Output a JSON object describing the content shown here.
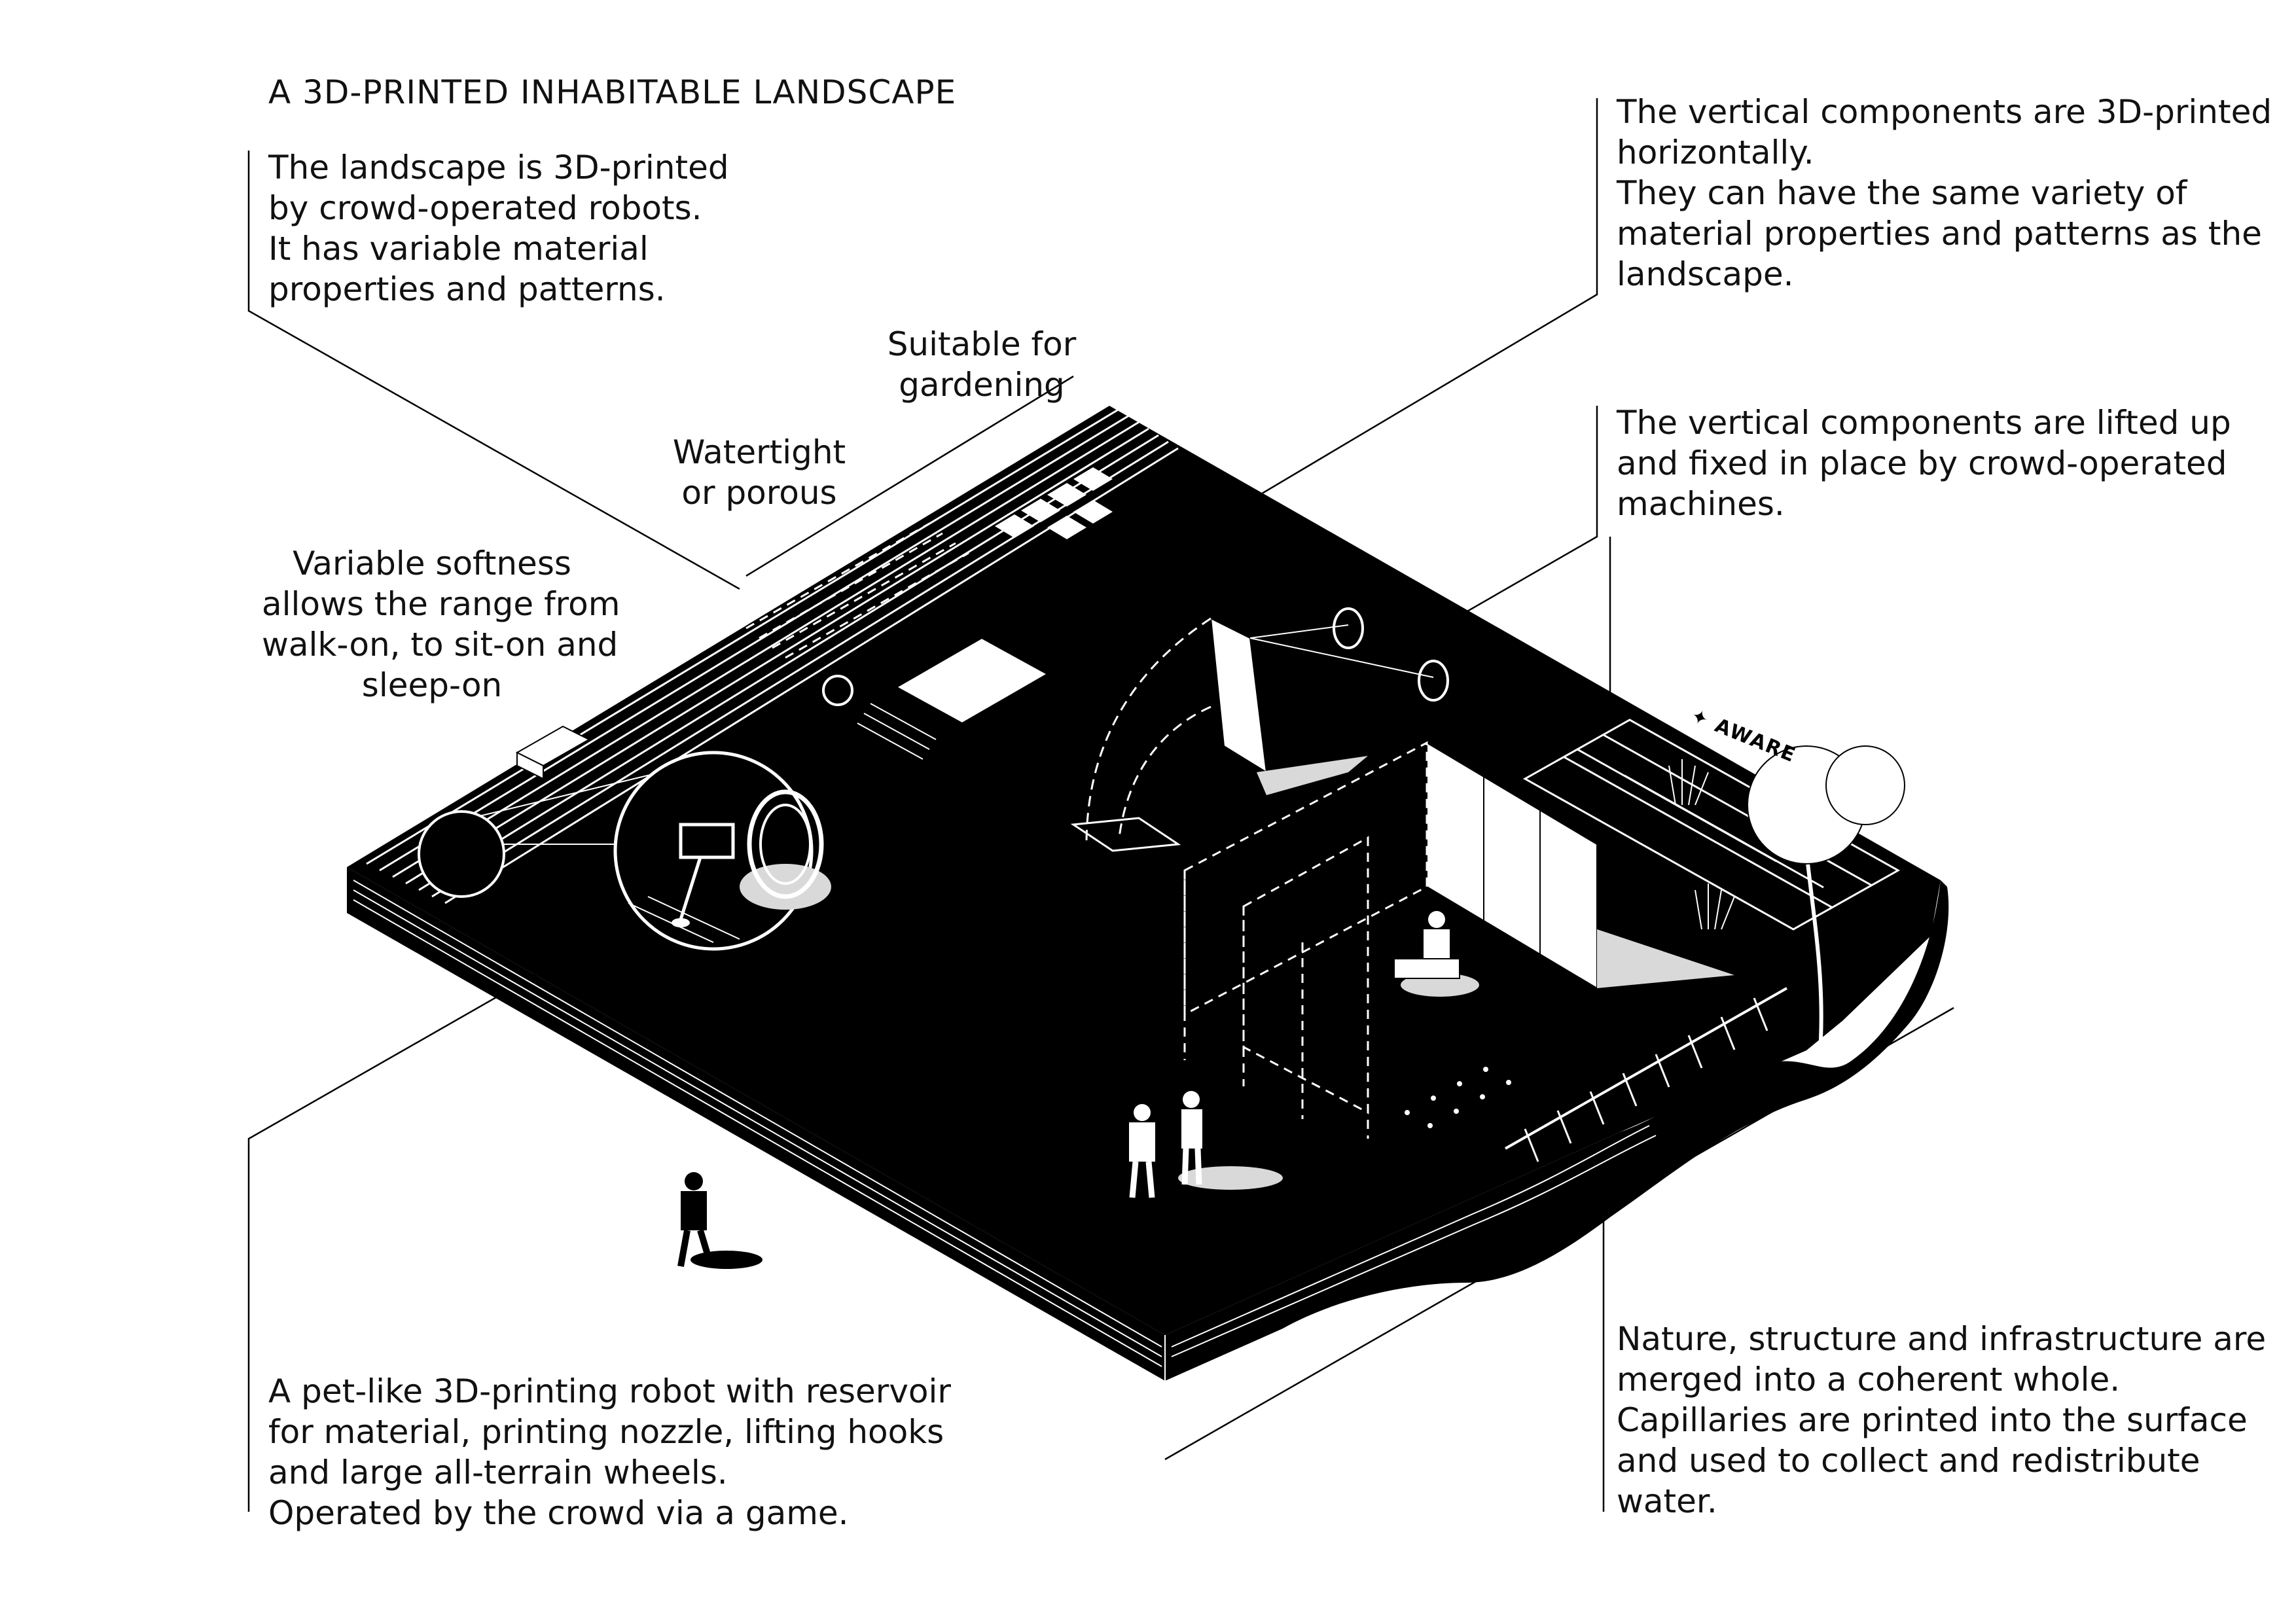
{
  "title": "A 3D-PRINTED INHABITABLE LANDSCAPE",
  "annotations": {
    "landscape": [
      "The landscape is 3D-printed",
      "by crowd-operated robots.",
      "It has variable material",
      "properties and patterns."
    ],
    "gardening": [
      "Suitable for",
      "gardening"
    ],
    "watertight": [
      "Watertight",
      "or porous"
    ],
    "softness": [
      "Variable softness",
      "allows the range from",
      "walk-on, to sit-on and",
      "sleep-on"
    ],
    "vertical_printed": [
      "The vertical components are 3D-printed",
      "horizontally.",
      "They can have the same variety of",
      "material properties and patterns as the",
      "landscape."
    ],
    "vertical_lifted": [
      "The vertical components are lifted up",
      "and fixed in place by crowd-operated",
      "machines."
    ],
    "robot": [
      "A pet-like 3D-printing robot with reservoir",
      "for material, printing nozzle, lifting hooks",
      "and large all-terrain wheels.",
      "Operated by the crowd via a game."
    ],
    "nature": [
      "Nature, structure and infrastructure are",
      "merged into a coherent whole.",
      "Capillaries are printed into the surface",
      "and used to collect and redistribute",
      "water."
    ]
  },
  "logo_text": "AWARE",
  "colors": {
    "ink": "#000000",
    "paper": "#ffffff",
    "shadow": "#d9d9d9"
  }
}
